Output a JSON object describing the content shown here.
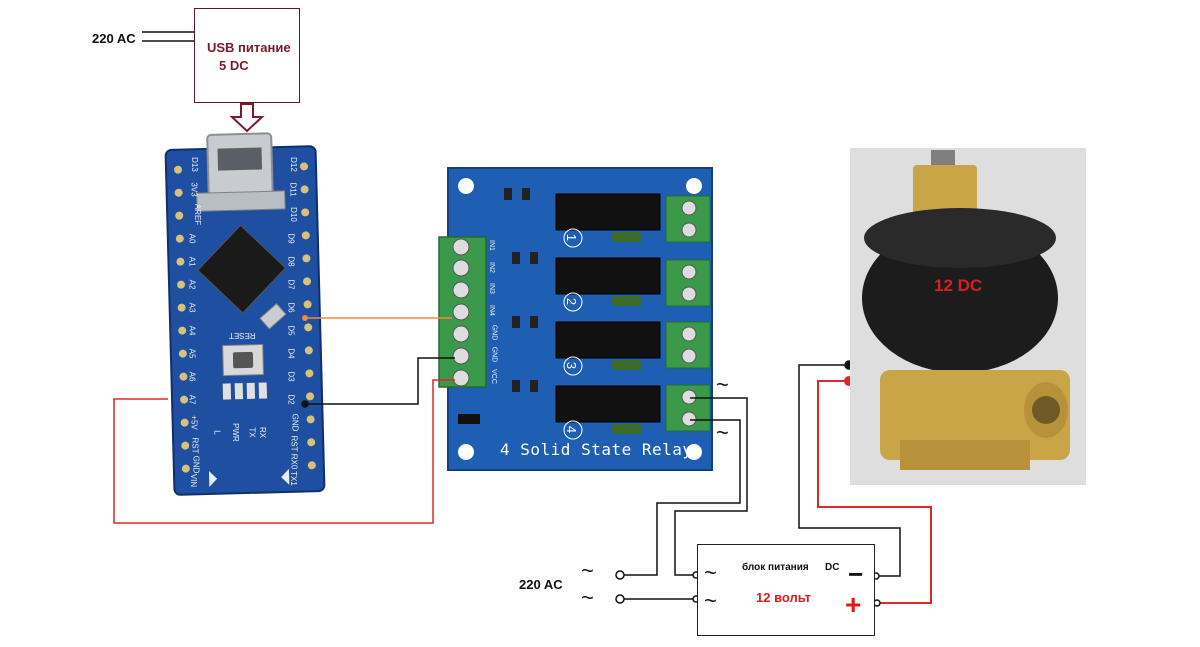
{
  "power": {
    "ac_input_label": "220 AC",
    "usb_supply_line1": "USB питание",
    "usb_supply_line2": "5 DC"
  },
  "arduino": {
    "left_pins": [
      "D13",
      "3V3",
      "AREF",
      "A0",
      "A1",
      "A2",
      "A3",
      "A4",
      "A5",
      "A6",
      "A7",
      "+5V",
      "RST",
      "GND",
      "VIN"
    ],
    "right_pins": [
      "D12",
      "D11",
      "D10",
      "D9",
      "D8",
      "D7",
      "D6",
      "D5",
      "D4",
      "D3",
      "D2",
      "GND",
      "RST",
      "RX0",
      "TX1"
    ],
    "reset_label": "RESET",
    "led_labels": [
      "L",
      "PWR",
      "TX",
      "RX"
    ],
    "colors": {
      "board": "#1f4fa0",
      "silk": "#e8eef8"
    }
  },
  "relay_board": {
    "title": "4 Solid State Relay",
    "input_pins": [
      "IN1",
      "IN2",
      "IN3",
      "IN4",
      "GND",
      "GND",
      "VCC"
    ],
    "channel_numbers": [
      "1",
      "2",
      "3",
      "4"
    ],
    "colors": {
      "board": "#1e5fb4",
      "terminal": "#3a9a4a"
    }
  },
  "ac_marks": {
    "tilde": "~"
  },
  "psu": {
    "ac_label": "220 AC",
    "title": "блок питания",
    "dc_label": "DC",
    "voltage": "12 вольт",
    "minus": "−",
    "plus": "+"
  },
  "valve": {
    "label": "12 DC"
  },
  "wire_colors": {
    "signal": "#f08a3c",
    "positive": "#e02828",
    "negative": "#111111"
  }
}
